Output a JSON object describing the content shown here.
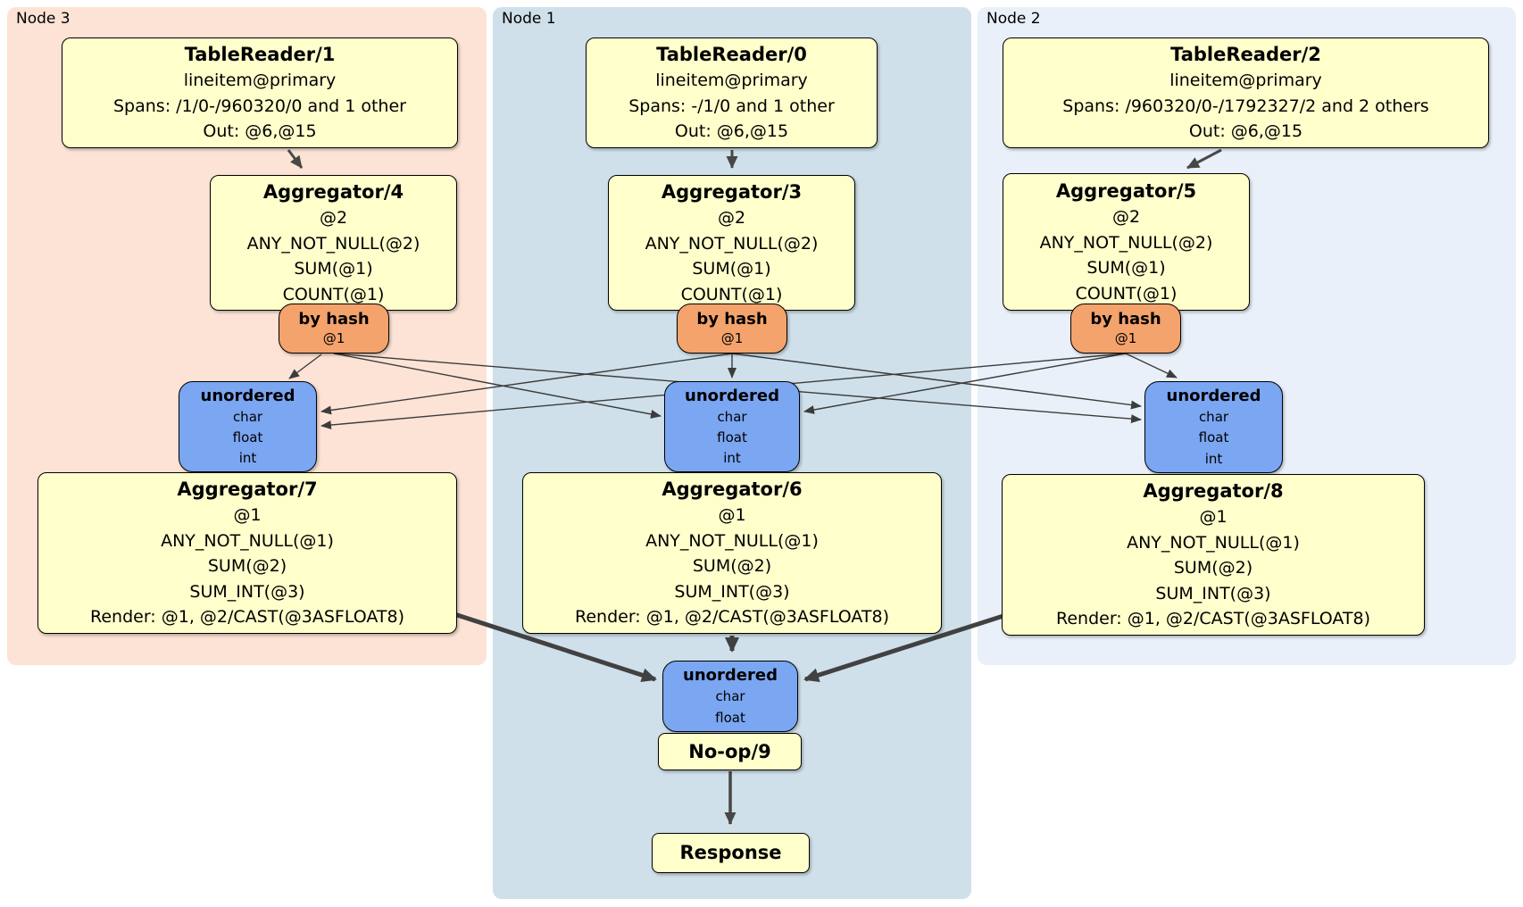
{
  "regions": {
    "node3": {
      "label": "Node 3"
    },
    "node1": {
      "label": "Node 1"
    },
    "node2": {
      "label": "Node 2"
    }
  },
  "tablereaders": {
    "tr1": {
      "title": "TableReader/1",
      "index": "lineitem@primary",
      "spans": "Spans: /1/0-/960320/0 and 1 other",
      "out": "Out: @6,@15"
    },
    "tr0": {
      "title": "TableReader/0",
      "index": "lineitem@primary",
      "spans": "Spans: -/1/0 and 1 other",
      "out": "Out: @6,@15"
    },
    "tr2": {
      "title": "TableReader/2",
      "index": "lineitem@primary",
      "spans": "Spans: /960320/0-/1792327/2 and 2 others",
      "out": "Out: @6,@15"
    }
  },
  "top_aggregators": {
    "agg4": {
      "title": "Aggregator/4",
      "group": "@2",
      "fn1": "ANY_NOT_NULL(@2)",
      "fn2": "SUM(@1)",
      "fn3": "COUNT(@1)"
    },
    "agg3": {
      "title": "Aggregator/3",
      "group": "@2",
      "fn1": "ANY_NOT_NULL(@2)",
      "fn2": "SUM(@1)",
      "fn3": "COUNT(@1)"
    },
    "agg5": {
      "title": "Aggregator/5",
      "group": "@2",
      "fn1": "ANY_NOT_NULL(@2)",
      "fn2": "SUM(@1)",
      "fn3": "COUNT(@1)"
    }
  },
  "routers": {
    "hash4": {
      "title": "by hash",
      "key": "@1"
    },
    "hash3": {
      "title": "by hash",
      "key": "@1"
    },
    "hash5": {
      "title": "by hash",
      "key": "@1"
    }
  },
  "syncs": {
    "un3": {
      "title": "unordered",
      "types": [
        "char",
        "float",
        "int"
      ]
    },
    "un1": {
      "title": "unordered",
      "types": [
        "char",
        "float",
        "int"
      ]
    },
    "un2": {
      "title": "unordered",
      "types": [
        "char",
        "float",
        "int"
      ]
    }
  },
  "bottom_aggregators": {
    "agg7": {
      "title": "Aggregator/7",
      "group": "@1",
      "fn1": "ANY_NOT_NULL(@1)",
      "fn2": "SUM(@2)",
      "fn3": "SUM_INT(@3)",
      "render": "Render: @1, @2/CAST(@3ASFLOAT8)"
    },
    "agg6": {
      "title": "Aggregator/6",
      "group": "@1",
      "fn1": "ANY_NOT_NULL(@1)",
      "fn2": "SUM(@2)",
      "fn3": "SUM_INT(@3)",
      "render": "Render: @1, @2/CAST(@3ASFLOAT8)"
    },
    "agg8": {
      "title": "Aggregator/8",
      "group": "@1",
      "fn1": "ANY_NOT_NULL(@1)",
      "fn2": "SUM(@2)",
      "fn3": "SUM_INT(@3)",
      "render": "Render: @1, @2/CAST(@3ASFLOAT8)"
    }
  },
  "final": {
    "sync": {
      "title": "unordered",
      "types": [
        "char",
        "float"
      ]
    },
    "noop": {
      "title": "No-op/9"
    },
    "response": {
      "title": "Response"
    }
  },
  "colors": {
    "node3_bg": "#fce3d5",
    "node1_bg": "#cfe0ea",
    "node2_bg": "#eaf0f9",
    "box_bg": "#ffffcc",
    "router_bg": "#f4a36c",
    "sync_bg": "#7aa6f2",
    "border": "#000000",
    "edge": "#3c3c3c"
  }
}
